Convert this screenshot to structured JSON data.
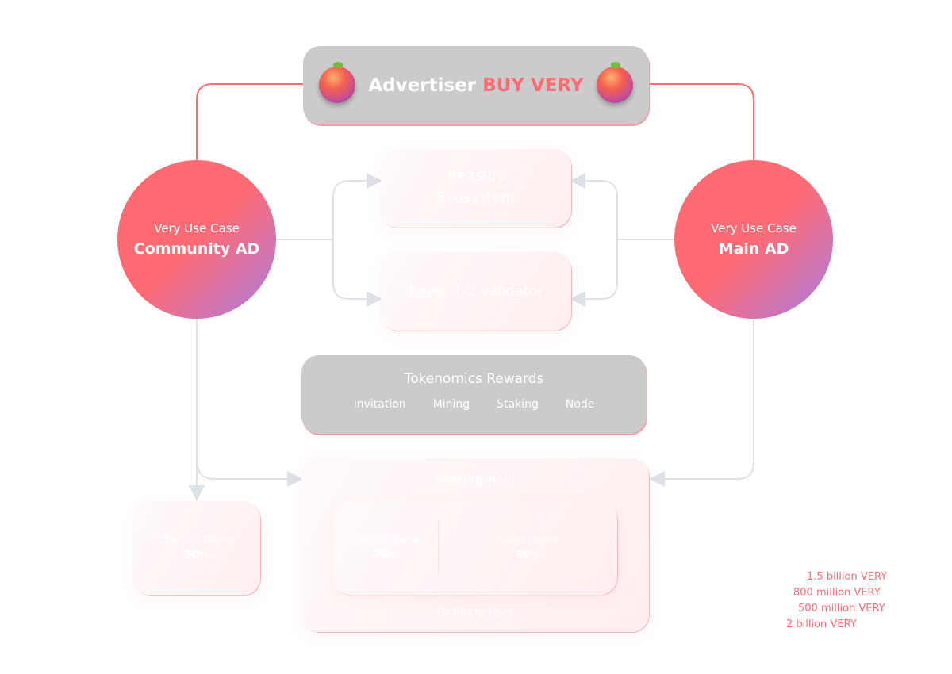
{
  "header": {
    "prefix": "Advertiser",
    "highlight": "BUY VERY",
    "icon": "raspberry-coin-icon"
  },
  "left_circle": {
    "sub": "Very Use Case",
    "main": "Community AD"
  },
  "right_circle": {
    "sub": "Very Use Case",
    "main": "Main AD"
  },
  "treasury": {
    "line1": "Treasury",
    "line2": "Ecosystem"
  },
  "validator": {
    "label": "Layer 1/2 validator"
  },
  "tokenomics": {
    "title": "Tokenomics Rewards",
    "items": [
      "Invitation",
      "Mining",
      "Staking",
      "Node"
    ]
  },
  "channel_owner_box": {
    "label": "Channel Owner",
    "value": "50%"
  },
  "staking_pool": {
    "title": "Staking pool",
    "owner_label": "Channel Owner",
    "owner_value": "20%",
    "subs_label": "Subscribers",
    "subs_value": "80%",
    "footer": "Ordinary User"
  },
  "amounts": [
    "1.5 billion VERY",
    "800 million VERY",
    "500 million VERY",
    "2 billion VERY"
  ],
  "colors": {
    "accent": "#ff6b72",
    "purple": "#a97de3",
    "grey_box": "#cbcbcb",
    "connector": "#dde2e8"
  }
}
